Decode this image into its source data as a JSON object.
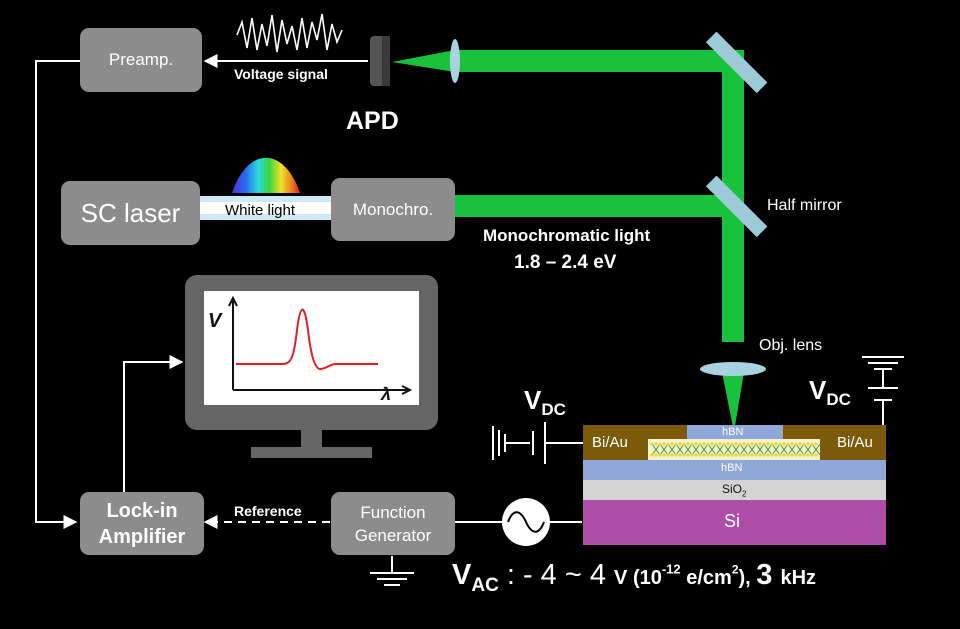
{
  "blocks": {
    "preamp": "Preamp.",
    "sc_laser": "SC laser",
    "monochromator": "Monochro.",
    "lockin_line1": "Lock-in",
    "lockin_line2": "Amplifier",
    "function_line1": "Function",
    "function_line2": "Generator"
  },
  "labels": {
    "voltage_signal": "Voltage signal",
    "apd": "APD",
    "white_light": "White light",
    "half_mirror": "Half mirror",
    "monochromatic_light": "Monochromatic light",
    "energy_range": "1.8 – 2.4 eV",
    "obj_lens": "Obj. lens",
    "reference": "Reference"
  },
  "device": {
    "top_hbn": "hBN",
    "bottom_hbn": "hBN",
    "oxide": "SiO",
    "oxide_sub": "2",
    "substrate": "Si",
    "left_contact": "Bi/Au",
    "right_contact": "Bi/Au"
  },
  "vdc": {
    "symbol": "V",
    "sub": "DC"
  },
  "monitor": {
    "y_axis": "V",
    "x_axis": "λ"
  },
  "vac": {
    "symbol": "V",
    "sub": "AC",
    "colon": " : - 4 ~ 4 ",
    "unit_v": "V",
    "paren_open": " (10",
    "exponent": "-12",
    "paren_rest": " e/cm",
    "sup2": "2",
    "paren_close": "), ",
    "freq": "3 ",
    "unit_khz": "kHz"
  },
  "colors": {
    "background": "#000000",
    "block_gray": "#8c8c8c",
    "beam_green": "#19c23c",
    "mirror_blue": "#9ccbd7",
    "lens_blue": "#a8d2df",
    "contact_brown": "#7b5a0a",
    "hbn_blue": "#8fa8d8",
    "oxide_gray": "#d4d4d4",
    "silicon_purple": "#ad4fa8",
    "spectrum_red": "#e02020"
  }
}
